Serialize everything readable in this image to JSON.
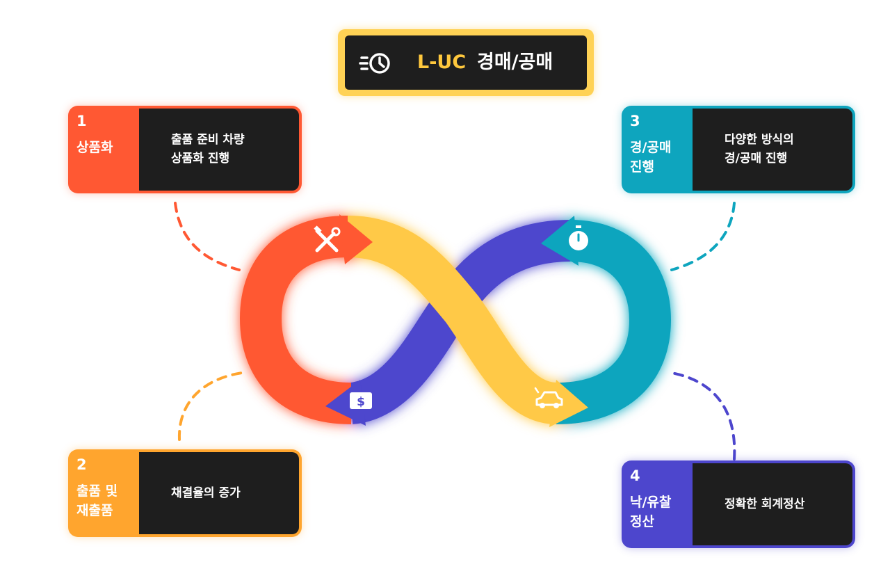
{
  "title": {
    "accent": "L-UC",
    "main": "경매/공매",
    "icon": "fast-clock-icon",
    "accent_color": "#ffc83d",
    "border_color": "#ffd255"
  },
  "steps": [
    {
      "number": "1",
      "name": "상품화",
      "description": "출품 준비 차량\n상품화 진행",
      "color": "#ff5833",
      "icon": "tools-icon"
    },
    {
      "number": "2",
      "name": "출품 및\n재출품",
      "description": "채결율의 증가",
      "color": "#ffa52e",
      "icon": "dollar-card-icon"
    },
    {
      "number": "3",
      "name": "경/공매\n진행",
      "description": "다양한 방식의\n경/공매 진행",
      "color": "#0ea5be",
      "icon": "stopwatch-icon"
    },
    {
      "number": "4",
      "name": "낙/유찰\n정산",
      "description": "정확한 회계정산",
      "color": "#4d46cd",
      "icon": "car-icon"
    }
  ],
  "loop_colors": {
    "red": "#ff5833",
    "yellow": "#ffc947",
    "teal": "#0ea5be",
    "indigo": "#4d46cd"
  }
}
